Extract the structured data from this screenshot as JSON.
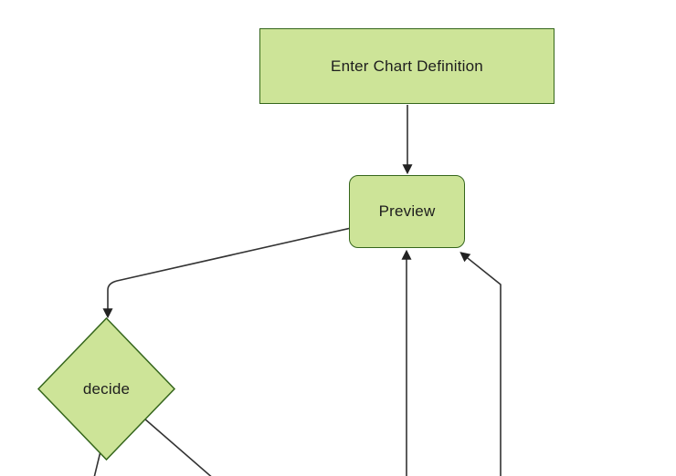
{
  "diagram": {
    "kind": "flowchart",
    "direction": "top-down",
    "background_color": "#ffffff",
    "theme": {
      "node_fill": "#cde498",
      "node_border_color": "#35661c",
      "edge_color": "#333333",
      "arrowhead_color": "#222222",
      "label_color": "#1e1e1e"
    },
    "nodes": [
      {
        "label": "Enter Chart Definition",
        "shape": "rectangle"
      },
      {
        "label": "Preview",
        "shape": "rounded-rectangle"
      },
      {
        "label": "decide",
        "shape": "diamond"
      }
    ],
    "edges": [
      {
        "from": "Enter Chart Definition",
        "to": "Preview",
        "arrowhead": true
      },
      {
        "from": "Preview",
        "to": "decide",
        "arrowhead": true
      },
      {
        "from": "decide",
        "to": "offscreen-bottom-left",
        "arrowhead": false
      },
      {
        "from": "decide",
        "to": "offscreen-bottom-right",
        "arrowhead": false
      },
      {
        "from": "offscreen-bottom-center",
        "to": "Preview",
        "arrowhead": true
      },
      {
        "from": "offscreen-bottom-right",
        "to": "Preview",
        "arrowhead": true
      }
    ]
  }
}
